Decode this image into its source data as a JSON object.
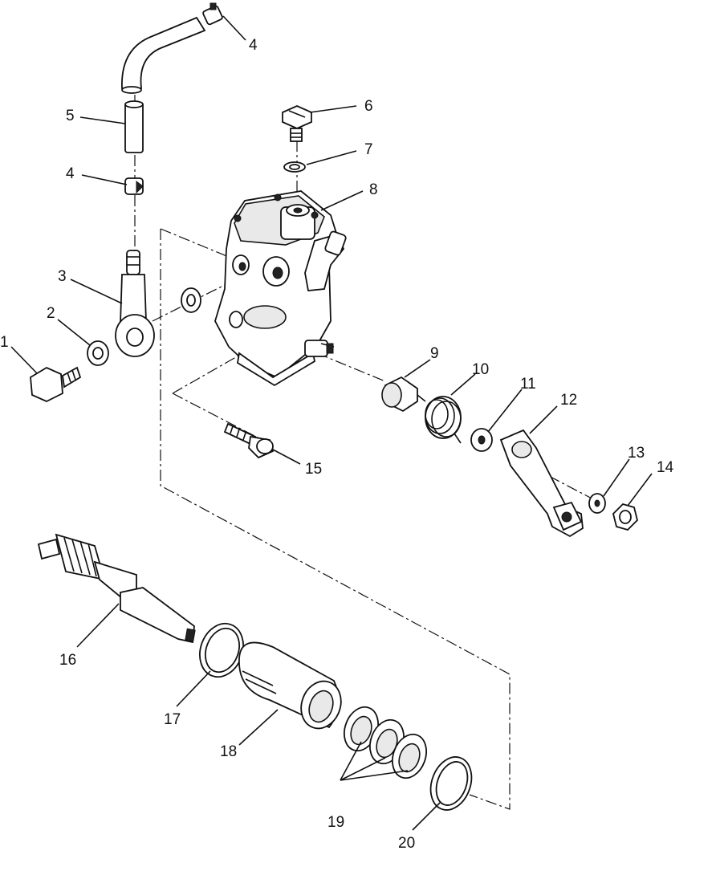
{
  "diagram": {
    "callouts": [
      {
        "id": "1",
        "label": "1"
      },
      {
        "id": "2",
        "label": "2"
      },
      {
        "id": "3",
        "label": "3"
      },
      {
        "id": "4a",
        "label": "4"
      },
      {
        "id": "4b",
        "label": "4"
      },
      {
        "id": "5",
        "label": "5"
      },
      {
        "id": "6",
        "label": "6"
      },
      {
        "id": "7",
        "label": "7"
      },
      {
        "id": "8",
        "label": "8"
      },
      {
        "id": "9",
        "label": "9"
      },
      {
        "id": "10",
        "label": "10"
      },
      {
        "id": "11",
        "label": "11"
      },
      {
        "id": "12",
        "label": "12"
      },
      {
        "id": "13",
        "label": "13"
      },
      {
        "id": "14",
        "label": "14"
      },
      {
        "id": "15",
        "label": "15"
      },
      {
        "id": "16",
        "label": "16"
      },
      {
        "id": "17",
        "label": "17"
      },
      {
        "id": "18",
        "label": "18"
      },
      {
        "id": "19",
        "label": "19"
      },
      {
        "id": "20",
        "label": "20"
      }
    ]
  }
}
